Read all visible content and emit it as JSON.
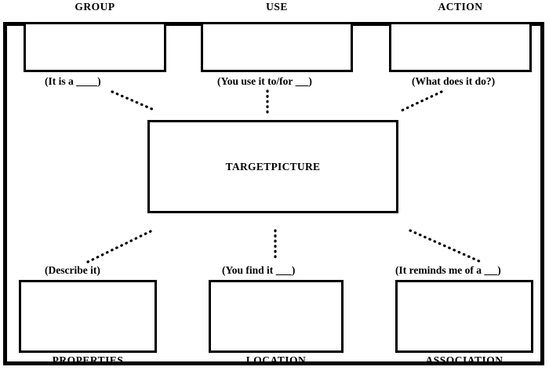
{
  "organizer": {
    "title": "TARGETPICTURE",
    "center": {
      "label": "TARGETPICTURE"
    },
    "top_cells": [
      {
        "heading": "GROUP",
        "prompt_prefix": "(It is a ",
        "prompt_blank": "        ",
        "prompt_suffix": ")",
        "box_value": ""
      },
      {
        "heading": "USE",
        "prompt_prefix": "(You use it to/for ",
        "prompt_blank": "     ",
        "prompt_suffix": ")",
        "box_value": ""
      },
      {
        "heading": "ACTION",
        "prompt_prefix": "(What does it do?)",
        "prompt_blank": "",
        "prompt_suffix": "",
        "box_value": ""
      }
    ],
    "bottom_cells": [
      {
        "heading": "PROPERTIES",
        "prompt_prefix": "(Describe it)",
        "prompt_blank": "",
        "prompt_suffix": "",
        "box_value": ""
      },
      {
        "heading": "LOCATION",
        "prompt_prefix": "(You find it ",
        "prompt_blank": "      ",
        "prompt_suffix": ")",
        "box_value": ""
      },
      {
        "heading": "ASSOCIATION",
        "prompt_prefix": "(It reminds me of a ",
        "prompt_blank": "     ",
        "prompt_suffix": ")",
        "box_value": ""
      }
    ],
    "colors": {
      "ink": "#000000",
      "paper": "#ffffff"
    }
  }
}
